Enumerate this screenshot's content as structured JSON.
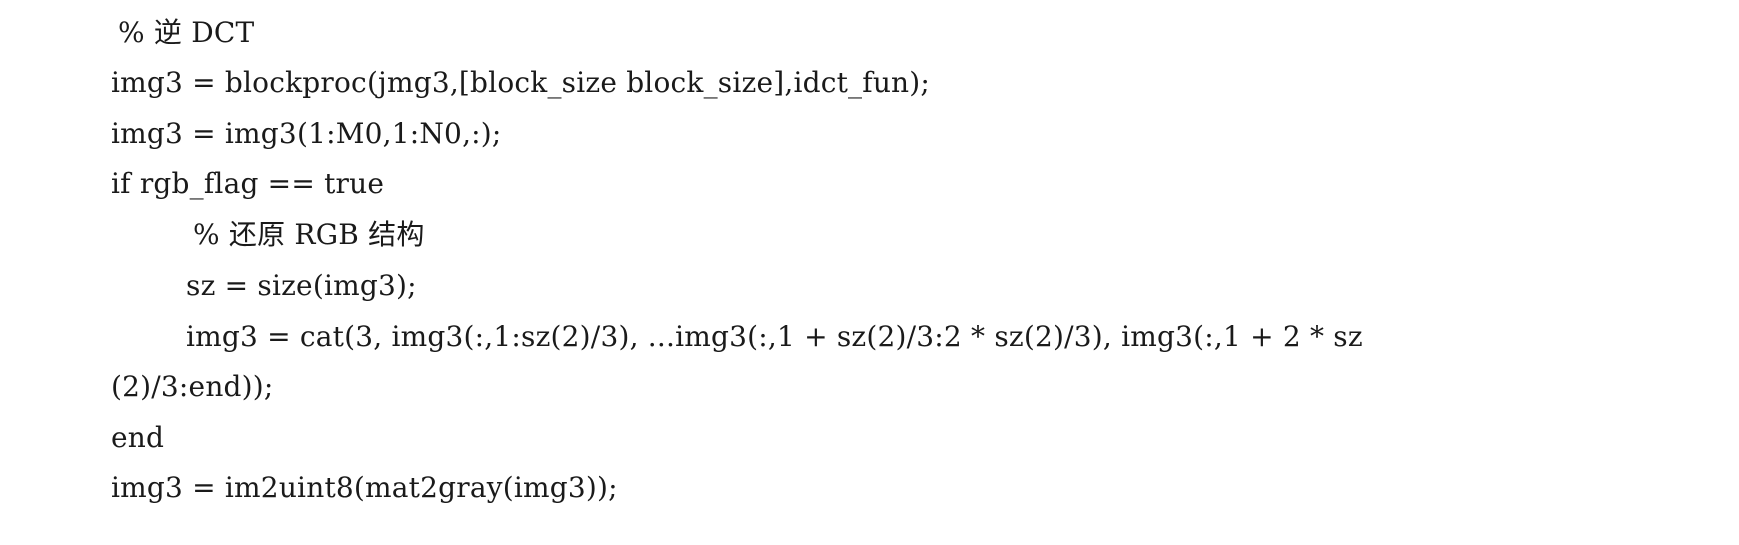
{
  "code": {
    "lines": [
      "% 逆 DCT",
      "img3 = blockproc(jmg3,[block_size block_size],idct_fun);",
      "img3 = img3(1:M0,1:N0,:);",
      "if rgb_flag == true",
      "% 还原 RGB 结构",
      "sz = size(img3);",
      "img3 = cat(3, img3(:,1:sz(2)/3), ...img3(:,1 + sz(2)/3:2 * sz(2)/3), img3(:,1 + 2 * sz",
      "(2)/3:end));",
      "end",
      "img3 = im2uint8(mat2gray(img3));"
    ]
  }
}
